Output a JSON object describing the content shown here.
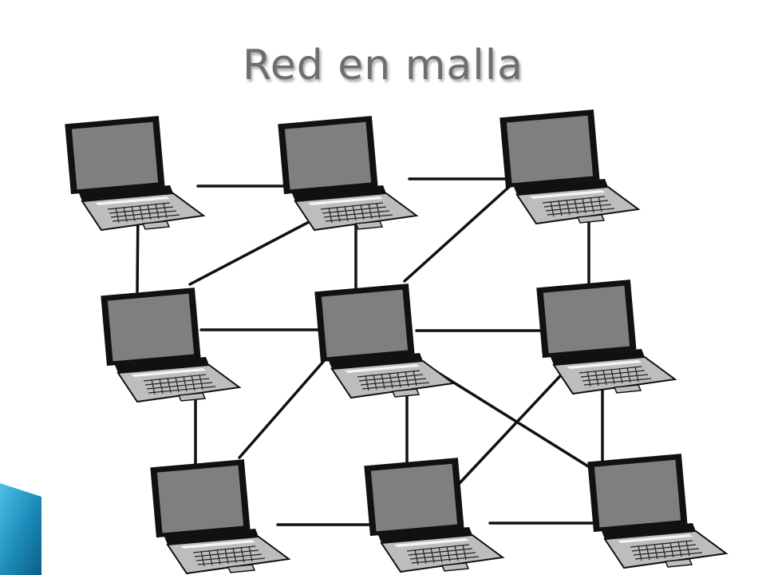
{
  "title": "Red en malla",
  "colors": {
    "screen": "#7f7f7f",
    "bezel": "#111111",
    "body": "#bdbdbd",
    "link": "#111111",
    "corner_dark": "#0a5f86",
    "corner_light": "#4fc1e8"
  },
  "nodes": [
    {
      "id": "laptop-1"
    },
    {
      "id": "laptop-2"
    },
    {
      "id": "laptop-3"
    },
    {
      "id": "laptop-4"
    },
    {
      "id": "laptop-5"
    },
    {
      "id": "laptop-6"
    },
    {
      "id": "laptop-7"
    },
    {
      "id": "laptop-8"
    },
    {
      "id": "laptop-9"
    }
  ]
}
